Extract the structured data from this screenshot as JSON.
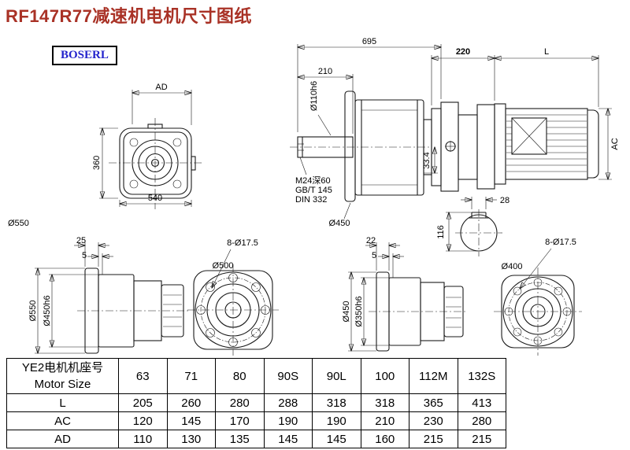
{
  "title": "RF147R77减速机电机尺寸图纸",
  "brand": "BOSERL",
  "colors": {
    "title_accent": "#a93226",
    "brand_blue": "#2323cc",
    "line": "#1a1a1a"
  },
  "labels": {
    "dim_695": "695",
    "dim_210": "210",
    "shaft_dia": "Ø110h6",
    "thread_spec": "M24深60",
    "std_gb": "GB/T 145",
    "std_din": "DIN 332",
    "dim_33_4": "33.4",
    "flange_dia_main": "Ø450",
    "dim_220": "220",
    "dim_L": "L",
    "dim_AC": "AC",
    "dim_28": "28",
    "dim_116": "116",
    "dim_AD": "AD",
    "dim_360": "360",
    "dim_540": "540",
    "front_dia": "Ø550",
    "v1_dim25": "25",
    "v1_dim5": "5",
    "v1_outer": "Ø550",
    "v1_pilot": "Ø450h6",
    "v2_holes": "8-Ø17.5",
    "v2_bolt_circle": "Ø500",
    "v3_dim22": "22",
    "v3_dim5": "5",
    "v3_outer": "Ø450",
    "v3_pilot": "Ø350h6",
    "v4_holes": "8-Ø17.5",
    "v4_bolt_circle": "Ø400"
  },
  "table": {
    "header_cn": "YE2电机机座号",
    "header_en": "Motor Size",
    "columns": [
      "63",
      "71",
      "80",
      "90S",
      "90L",
      "100",
      "112M",
      "132S"
    ],
    "rows": [
      {
        "label": "L",
        "values": [
          "205",
          "260",
          "280",
          "288",
          "318",
          "318",
          "365",
          "413"
        ]
      },
      {
        "label": "AC",
        "values": [
          "120",
          "145",
          "170",
          "190",
          "190",
          "210",
          "230",
          "280"
        ]
      },
      {
        "label": "AD",
        "values": [
          "110",
          "130",
          "135",
          "145",
          "145",
          "160",
          "215",
          "215"
        ]
      }
    ]
  }
}
